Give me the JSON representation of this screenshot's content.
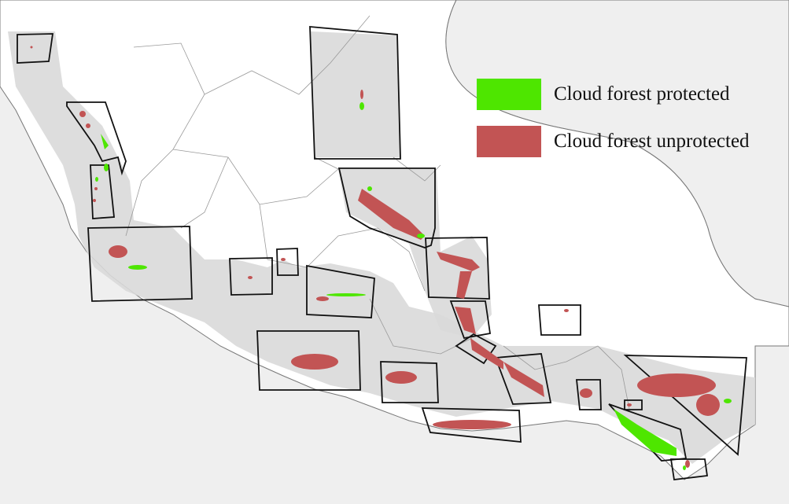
{
  "map": {
    "colors": {
      "sea": "#efefef",
      "land": "#ffffff",
      "elevation": "#d9d9d9",
      "borders": "#888888",
      "boxes": "#111111",
      "protected": "#4ee600",
      "unprotected": "#c25454"
    },
    "legend": {
      "items": [
        {
          "label": "Cloud forest protected",
          "color": "#4ee600"
        },
        {
          "label": "Cloud forest unprotected",
          "color": "#c25454"
        }
      ]
    },
    "regions_count": 22
  }
}
